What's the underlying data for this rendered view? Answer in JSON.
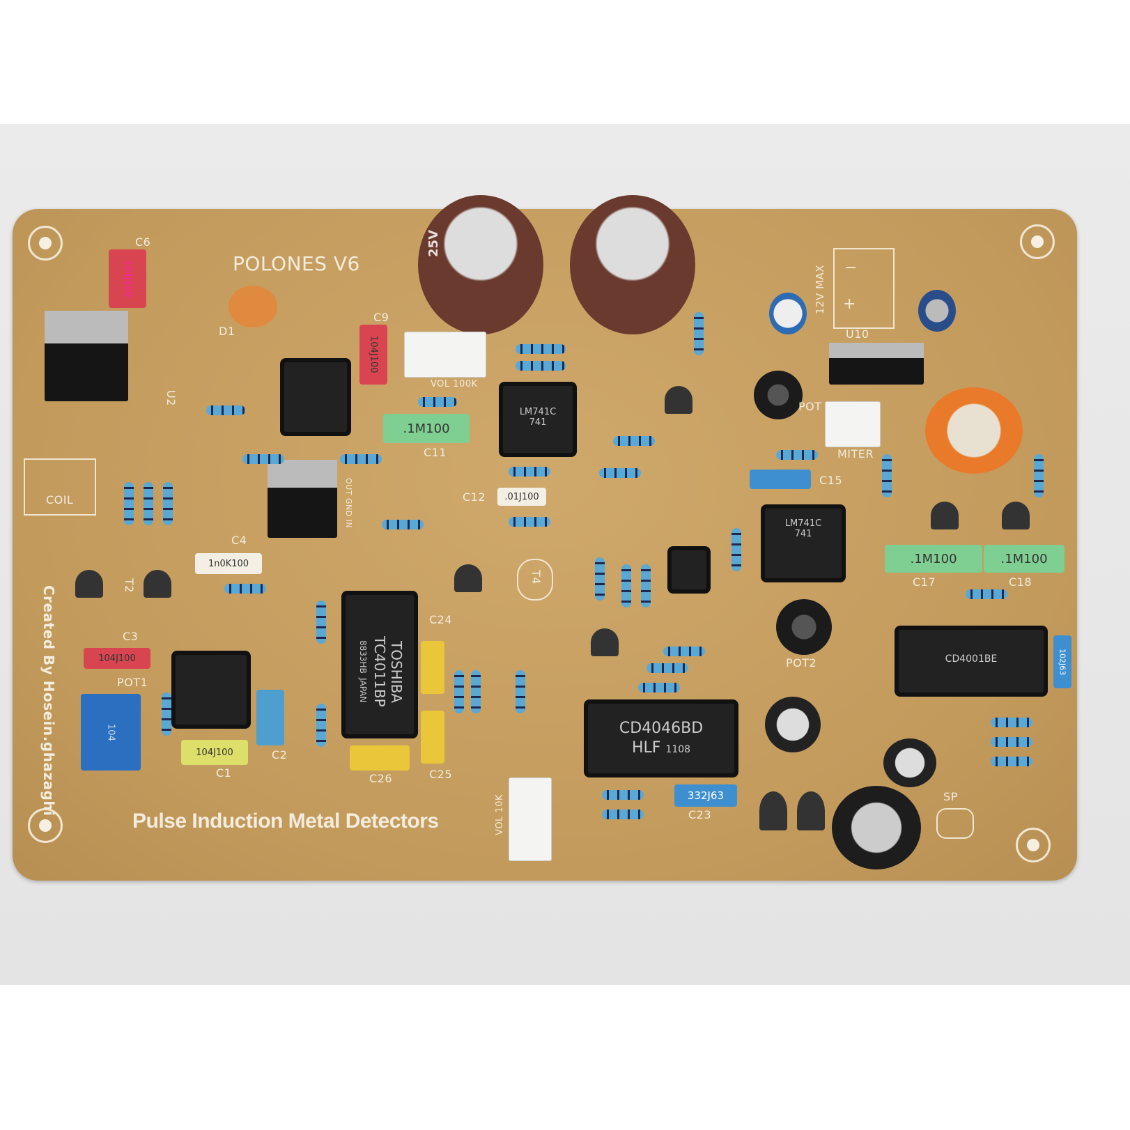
{
  "title": "POLONES V6",
  "subtitle": "Pulse Induction Metal Detectors",
  "credit": "Created By Hosein.ghazaghi",
  "labels": {
    "c6": "C6",
    "c9": "C9",
    "d1": "D1",
    "u2": "U2",
    "c11": "C11",
    "c12": "C12",
    "c4": "C4",
    "c3": "C3",
    "pot1": "POT1",
    "c1": "C1",
    "c2": "C2",
    "c24": "C24",
    "c25": "C25",
    "c26": "C26",
    "t2": "T2",
    "t4": "T4",
    "vol100k": "VOL 100K",
    "vol10k": "VOL 10K",
    "coil": "COIL",
    "v12": "12V MAX",
    "u10": "U10",
    "pot": "POT",
    "miter": "MITER",
    "c15": "C15",
    "c17": "C17",
    "c18": "C18",
    "pot2": "POT2",
    "c23": "C23",
    "sp": "SP",
    "pin_in": "IN",
    "pin_gnd": "GND",
    "pin_out": "OUT",
    "minus": "−",
    "plus": "+"
  },
  "markings": {
    "c6": "104J100",
    "c9": "104J100",
    "c11": ".1M100",
    "c12": ".01J100",
    "c4": "1n0K100",
    "c3": "104J100",
    "c1": "104J100",
    "c17": ".1M100",
    "c18": ".1M100",
    "c23": "332J63",
    "c_right": "102J63",
    "ic_lm741_a": "LM741C",
    "ic_741_a": "741",
    "ic_lm741_b": "LM741C",
    "ic_741_b": "741",
    "toshiba": "TOSHIBA",
    "tc4011": "TC4011BP",
    "lot": "8833HB",
    "japan": "JAPAN",
    "cd4046": "CD4046BD",
    "hlf": "HLF",
    "date": "1108",
    "cd4001": "CD4001BE",
    "pot1": "104",
    "cap_big": "25V"
  },
  "colors": {
    "board": "#c8a063",
    "silk": "#f4ecdc",
    "resistor": "#5aa8d4"
  }
}
